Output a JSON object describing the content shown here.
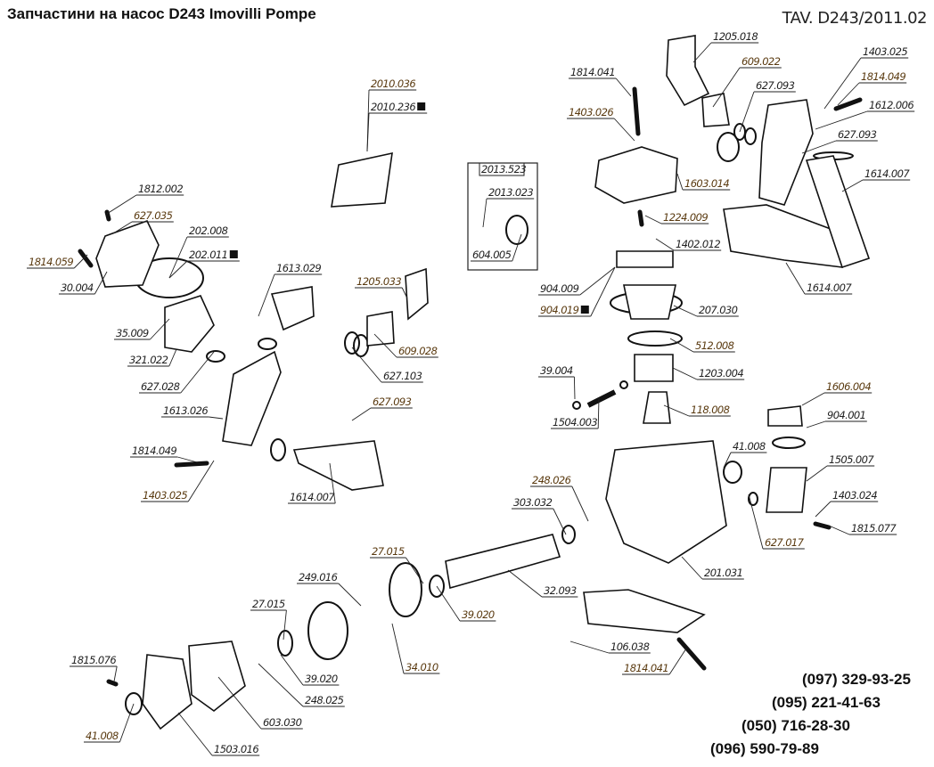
{
  "title": "Запчастини на насос D243 Imovilli Pompe",
  "drawing_ref": "TAV. D243/2011.02",
  "kit_box_label": "2013.523",
  "labels": [
    "2010.036",
    "2010.236",
    "1812.002",
    "627.035",
    "202.008",
    "202.011",
    "1814.059",
    "30.004",
    "1613.029",
    "1205.033",
    "35.009",
    "321.022",
    "609.028",
    "627.103",
    "627.028",
    "627.093",
    "1613.026",
    "1814.049",
    "1403.025",
    "1614.007",
    "1205.018",
    "609.022",
    "1814.041",
    "1403.025",
    "1814.049",
    "627.093",
    "1612.006",
    "1403.026",
    "627.093",
    "1614.007",
    "1603.014",
    "2013.023",
    "604.005",
    "1224.009",
    "1402.012",
    "904.009",
    "904.019",
    "1614.007",
    "207.030",
    "512.008",
    "1203.004",
    "39.004",
    "1606.004",
    "904.001",
    "1504.003",
    "118.008",
    "41.008",
    "1505.007",
    "248.026",
    "1403.024",
    "303.032",
    "627.017",
    "1815.077",
    "201.031",
    "27.015",
    "32.093",
    "249.016",
    "39.020",
    "27.015",
    "106.038",
    "34.010",
    "1815.076",
    "39.020",
    "1814.041",
    "248.025",
    "603.030",
    "41.008",
    "1503.016"
  ],
  "phones": [
    "(097) 329-93-25",
    "(095) 221-41-63",
    "(050) 716-28-30",
    "(096) 590-79-89"
  ]
}
